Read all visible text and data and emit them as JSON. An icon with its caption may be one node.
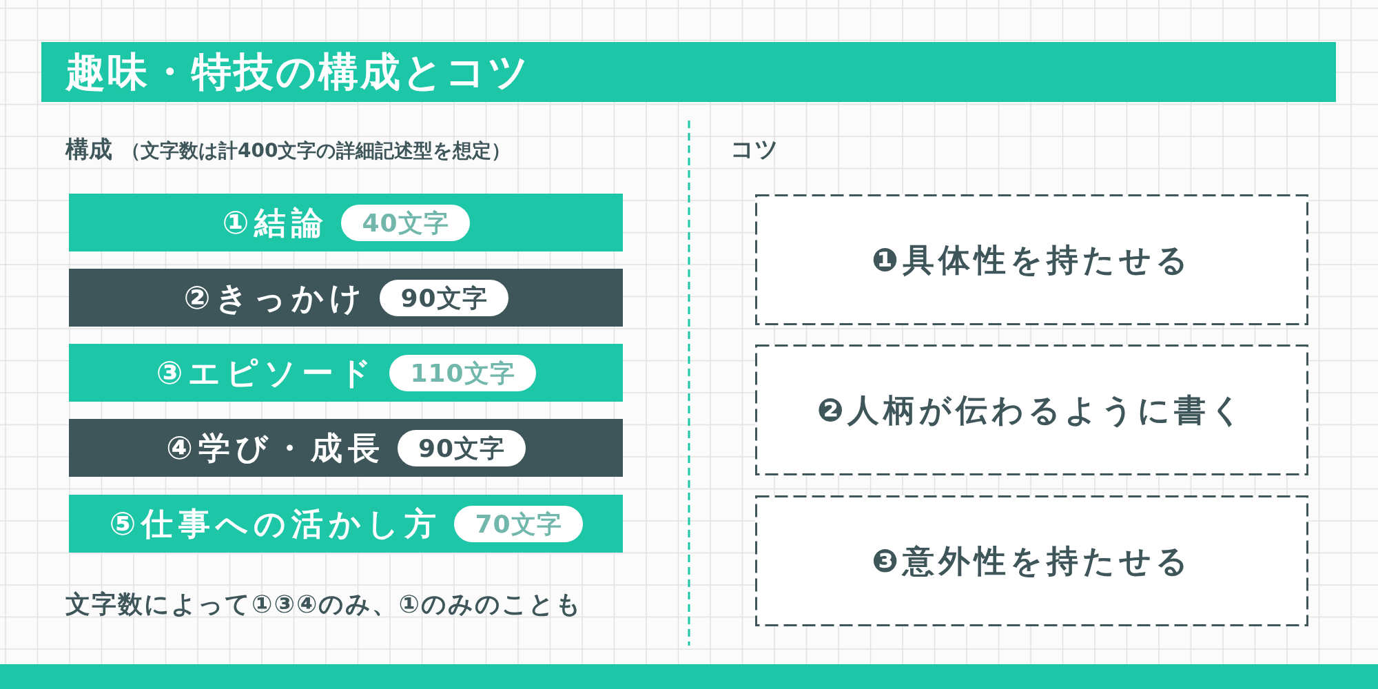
{
  "diagram": {
    "title": "趣味・特技の構成とコツ",
    "nodes": [
      {
        "text": [
          "①結論"
        ]
      },
      {
        "text": [
          "40文字"
        ],
        "in": 0
      },
      {
        "text": [
          "②きっかけ"
        ]
      },
      {
        "text": [
          "90文字"
        ],
        "in": 2
      },
      {
        "text": [
          "③エピソード"
        ]
      },
      {
        "text": [
          "110文字"
        ],
        "in": 4
      },
      {
        "text": [
          "④学び・成長"
        ]
      },
      {
        "text": [
          "90文字"
        ],
        "in": 6
      },
      {
        "text": [
          "⑤仕事への活かし方"
        ]
      },
      {
        "text": [
          "70文字"
        ],
        "in": 8
      },
      {
        "text": [
          "❶具体性を持たせる"
        ]
      },
      {
        "text": [
          "❷人柄が伝わるように書く"
        ]
      },
      {
        "text": [
          "❸意外性を持たせる"
        ]
      }
    ],
    "labels": [
      "構成",
      "（文字数は計400文字の詳細記述型を想定）",
      "文字数によって①③④のみ、①のみのことも",
      "コツ"
    ]
  }
}
